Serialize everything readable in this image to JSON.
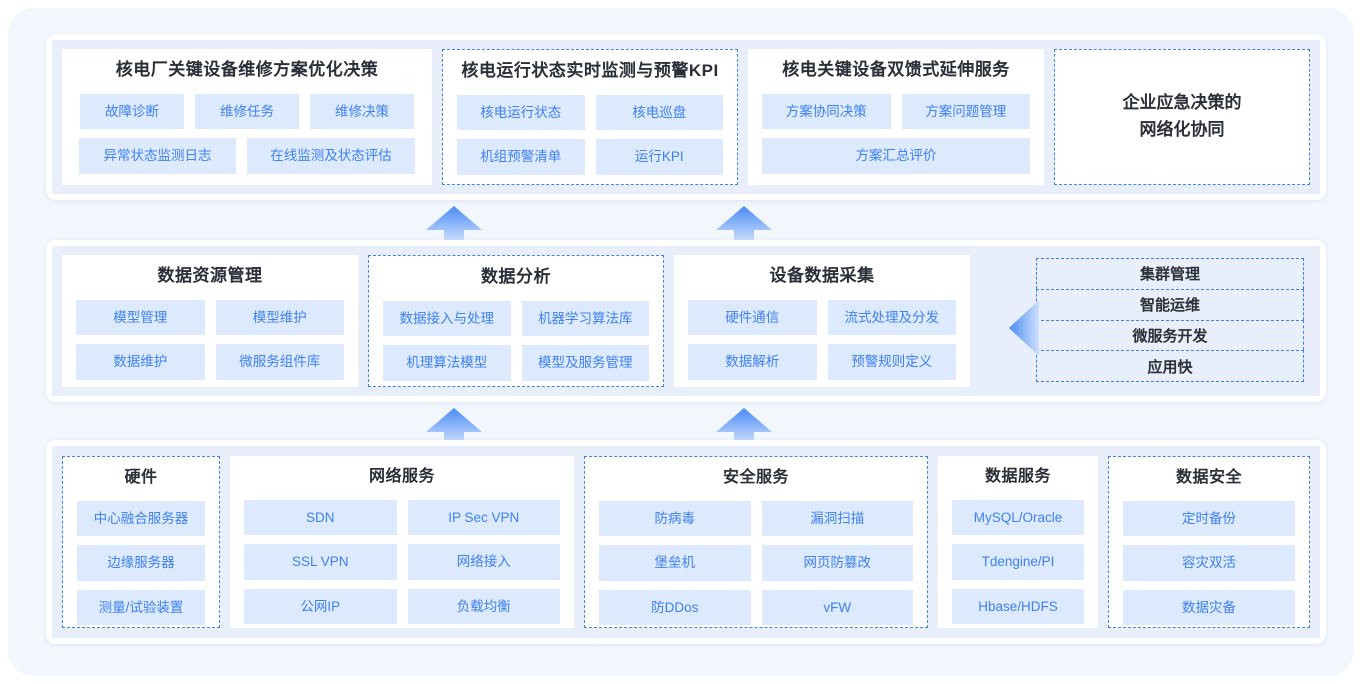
{
  "theme": {
    "page_bg": "#ffffff",
    "canvas_bg": "#f2f6fd",
    "row_bg": "#ffffff",
    "row_inner_bg": "#e9eefb",
    "card_bg": "#ffffff",
    "pill_bg": "#dde9fc",
    "pill_text": "#3f82f0",
    "title_text": "#2b2f38",
    "dashed_border": "#3f82f0",
    "arrow_top": "#4a8bf5",
    "arrow_bottom": "#c5dbfd"
  },
  "rows": {
    "application_layer": {
      "groups": [
        {
          "title": "核电厂关键设备维修方案优化决策",
          "border": "solid",
          "items": [
            {
              "label": "故障诊断",
              "width": "third"
            },
            {
              "label": "维修任务",
              "width": "third"
            },
            {
              "label": "维修决策",
              "width": "third"
            },
            {
              "label": "异常状态监测日志",
              "width": "half"
            },
            {
              "label": "在线监测及状态评估",
              "width": "half"
            }
          ]
        },
        {
          "title": "核电运行状态实时监测与预警KPI",
          "border": "dashed",
          "items": [
            {
              "label": "核电运行状态",
              "width": "half"
            },
            {
              "label": "核电巡盘",
              "width": "half"
            },
            {
              "label": "机组预警清单",
              "width": "half"
            },
            {
              "label": "运行KPI",
              "width": "half"
            }
          ]
        },
        {
          "title": "核电关键设备双馈式延伸服务",
          "border": "solid",
          "items": [
            {
              "label": "方案协同决策",
              "width": "half"
            },
            {
              "label": "方案问题管理",
              "width": "half"
            },
            {
              "label": "方案汇总评价",
              "width": "full"
            }
          ]
        },
        {
          "title": "企业应急决策的\n网络化协同",
          "border": "dashed",
          "items": []
        }
      ]
    },
    "platform_layer": {
      "groups": [
        {
          "title": "数据资源管理",
          "border": "solid",
          "items": [
            {
              "label": "模型管理",
              "width": "half"
            },
            {
              "label": "模型维护",
              "width": "half"
            },
            {
              "label": "数据维护",
              "width": "half"
            },
            {
              "label": "微服务组件库",
              "width": "half"
            }
          ]
        },
        {
          "title": "数据分析",
          "border": "dashed",
          "items": [
            {
              "label": "数据接入与处理",
              "width": "half"
            },
            {
              "label": "机器学习算法库",
              "width": "half"
            },
            {
              "label": "机理算法模型",
              "width": "half"
            },
            {
              "label": "模型及服务管理",
              "width": "half"
            }
          ]
        },
        {
          "title": "设备数据采集",
          "border": "solid",
          "items": [
            {
              "label": "硬件通信",
              "width": "half"
            },
            {
              "label": "流式处理及分发",
              "width": "half"
            },
            {
              "label": "数据解析",
              "width": "half"
            },
            {
              "label": "预警规则定义",
              "width": "half"
            }
          ]
        }
      ],
      "side_stack": [
        "集群管理",
        "智能运维",
        "微服务开发",
        "应用快"
      ]
    },
    "infrastructure_layer": {
      "groups": [
        {
          "title": "硬件",
          "border": "dashed",
          "columns": 1,
          "items": [
            {
              "label": "中心融合服务器"
            },
            {
              "label": "边缘服务器"
            },
            {
              "label": "测量/试验装置"
            }
          ]
        },
        {
          "title": "网络服务",
          "border": "solid",
          "columns": 2,
          "items": [
            {
              "label": "SDN"
            },
            {
              "label": "IP Sec VPN"
            },
            {
              "label": "SSL VPN"
            },
            {
              "label": "网络接入"
            },
            {
              "label": "公网IP"
            },
            {
              "label": "负载均衡"
            }
          ]
        },
        {
          "title": "安全服务",
          "border": "dashed",
          "columns": 2,
          "items": [
            {
              "label": "防病毒"
            },
            {
              "label": "漏洞扫描"
            },
            {
              "label": "堡垒机"
            },
            {
              "label": "网页防篡改"
            },
            {
              "label": "防DDos"
            },
            {
              "label": "vFW"
            }
          ]
        },
        {
          "title": "数据服务",
          "border": "solid",
          "columns": 1,
          "items": [
            {
              "label": "MySQL/Oracle"
            },
            {
              "label": "Tdengine/PI"
            },
            {
              "label": "Hbase/HDFS"
            }
          ]
        },
        {
          "title": "数据安全",
          "border": "dashed",
          "columns": 1,
          "items": [
            {
              "label": "定时备份"
            },
            {
              "label": "容灾双活"
            },
            {
              "label": "数据灾备"
            }
          ]
        }
      ]
    }
  },
  "arrows": [
    {
      "name": "arrow-app-left",
      "direction": "up"
    },
    {
      "name": "arrow-app-right",
      "direction": "up"
    },
    {
      "name": "arrow-platform-left",
      "direction": "up"
    },
    {
      "name": "arrow-platform-right",
      "direction": "up"
    },
    {
      "name": "arrow-side-stack",
      "direction": "left"
    }
  ]
}
